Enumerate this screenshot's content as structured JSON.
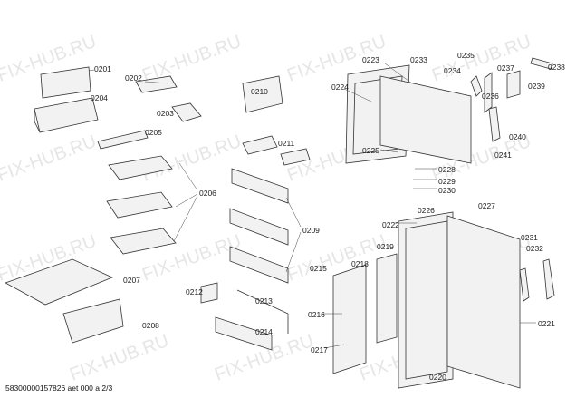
{
  "watermark": "FIX-HUB.RU",
  "footer": "58300000157826 aet 000 a 2/3",
  "labels": {
    "p0201": "0201",
    "p0202": "0202",
    "p0203": "0203",
    "p0204": "0204",
    "p0205": "0205",
    "p0206": "0206",
    "p0207": "0207",
    "p0208": "0208",
    "p0209": "0209",
    "p0210": "0210",
    "p0211": "0211",
    "p0212": "0212",
    "p0213": "0213",
    "p0214": "0214",
    "p0215": "0215",
    "p0216": "0216",
    "p0217": "0217",
    "p0218": "0218",
    "p0219": "0219",
    "p0220": "0220",
    "p0221": "0221",
    "p0222": "0222",
    "p0223": "0223",
    "p0224": "0224",
    "p0225": "0225",
    "p0226": "0226",
    "p0227": "0227",
    "p0228": "0228",
    "p0229": "0229",
    "p0230": "0230",
    "p0231": "0231",
    "p0232": "0232",
    "p0233": "0233",
    "p0234": "0234",
    "p0235": "0235",
    "p0236": "0236",
    "p0237": "0237",
    "p0238": "0238",
    "p0239": "0239",
    "p0240": "0240",
    "p0241": "0241"
  }
}
